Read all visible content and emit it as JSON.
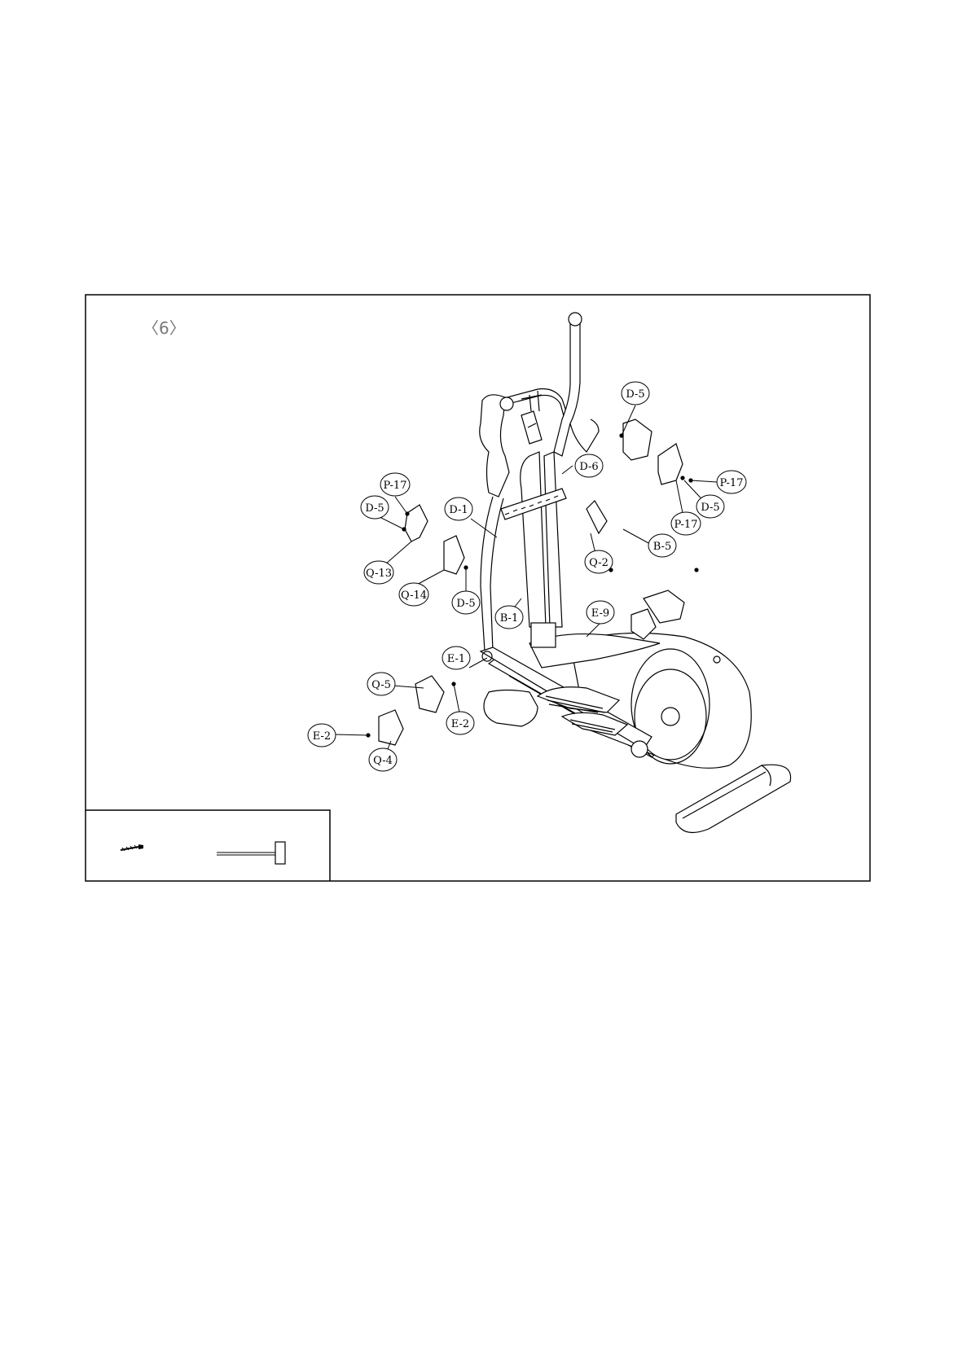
{
  "step": {
    "label": "〈6〉"
  },
  "callouts": [
    {
      "id": "d5-top",
      "label": "D-5"
    },
    {
      "id": "d6",
      "label": "D-6"
    },
    {
      "id": "p17-right",
      "label": "P-17"
    },
    {
      "id": "d5-right",
      "label": "D-5"
    },
    {
      "id": "p17-right-lower",
      "label": "P-17"
    },
    {
      "id": "b5",
      "label": "B-5"
    },
    {
      "id": "q2",
      "label": "Q-2"
    },
    {
      "id": "p17-left",
      "label": "P-17"
    },
    {
      "id": "d5-left",
      "label": "D-5"
    },
    {
      "id": "d1",
      "label": "D-1"
    },
    {
      "id": "q13",
      "label": "Q-13"
    },
    {
      "id": "q14",
      "label": "Q-14"
    },
    {
      "id": "d5-mid",
      "label": "D-5"
    },
    {
      "id": "b1",
      "label": "B-1"
    },
    {
      "id": "e9",
      "label": "E-9"
    },
    {
      "id": "e1",
      "label": "E-1"
    },
    {
      "id": "q5",
      "label": "Q-5"
    },
    {
      "id": "e2-mid",
      "label": "E-2"
    },
    {
      "id": "e2-left",
      "label": "E-2"
    },
    {
      "id": "q4",
      "label": "Q-4"
    }
  ],
  "hardware_box": {
    "items": [
      {
        "icon": "screw-icon"
      },
      {
        "icon": "pin-bolt-icon"
      }
    ]
  },
  "colors": {
    "line": "#000000",
    "step_label": "#777777",
    "fill": "#ffffff"
  }
}
